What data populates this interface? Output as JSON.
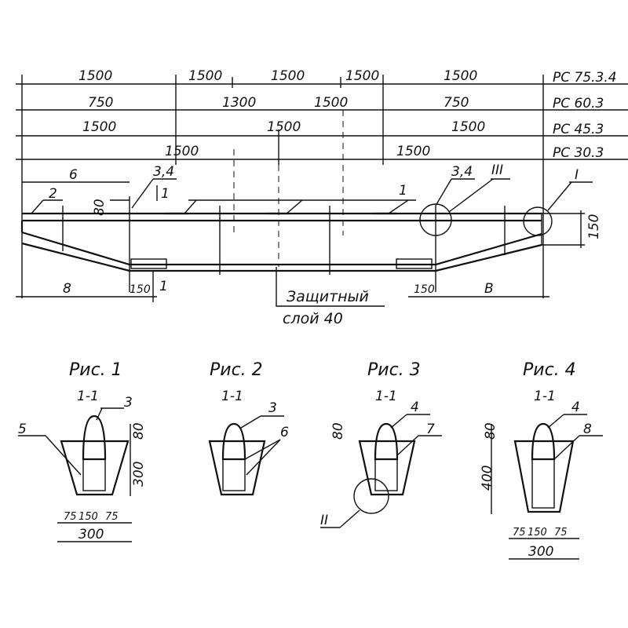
{
  "dimension_rows": [
    {
      "mark": "РС 75.3.4",
      "labels": [
        "1500",
        "1500",
        "1500",
        "1500",
        "1500"
      ]
    },
    {
      "mark": "РС 60.3",
      "labels": [
        "750",
        "1300",
        "1500",
        "750"
      ]
    },
    {
      "mark": "РС 45.3",
      "labels": [
        "1500",
        "1500",
        "1500"
      ]
    },
    {
      "mark": "РС 30.3",
      "labels": [
        "1500",
        "1500"
      ]
    }
  ],
  "elevation": {
    "callout_6": "6",
    "callout_2": "2",
    "callout_1": "1",
    "callout_34_left": "3,4",
    "callout_34_right": "3,4",
    "detail_III": "III",
    "detail_I": "I",
    "dim_80": "80",
    "dim_150_right": "150",
    "section_mark_top": "1",
    "section_mark_bottom": "1",
    "bottom_left_B": "8",
    "bottom_left_150": "150",
    "bottom_right_150": "150",
    "bottom_right_B": "B",
    "cover_note_1": "Защитный",
    "cover_note_2": "слой  40"
  },
  "figures": [
    {
      "title": "Рис. 1",
      "section": "1-1",
      "callouts": [
        "3",
        "5"
      ],
      "dims": [
        "80",
        "300",
        "75",
        "150",
        "75",
        "300"
      ]
    },
    {
      "title": "Рис. 2",
      "section": "1-1",
      "callouts": [
        "3",
        "6"
      ]
    },
    {
      "title": "Рис. 3",
      "section": "1-1",
      "callouts": [
        "4",
        "7",
        "II"
      ],
      "dims": [
        "80"
      ]
    },
    {
      "title": "Рис. 4",
      "section": "1-1",
      "callouts": [
        "4",
        "8"
      ],
      "dims": [
        "80",
        "400",
        "75",
        "150",
        "75",
        "300"
      ]
    }
  ]
}
